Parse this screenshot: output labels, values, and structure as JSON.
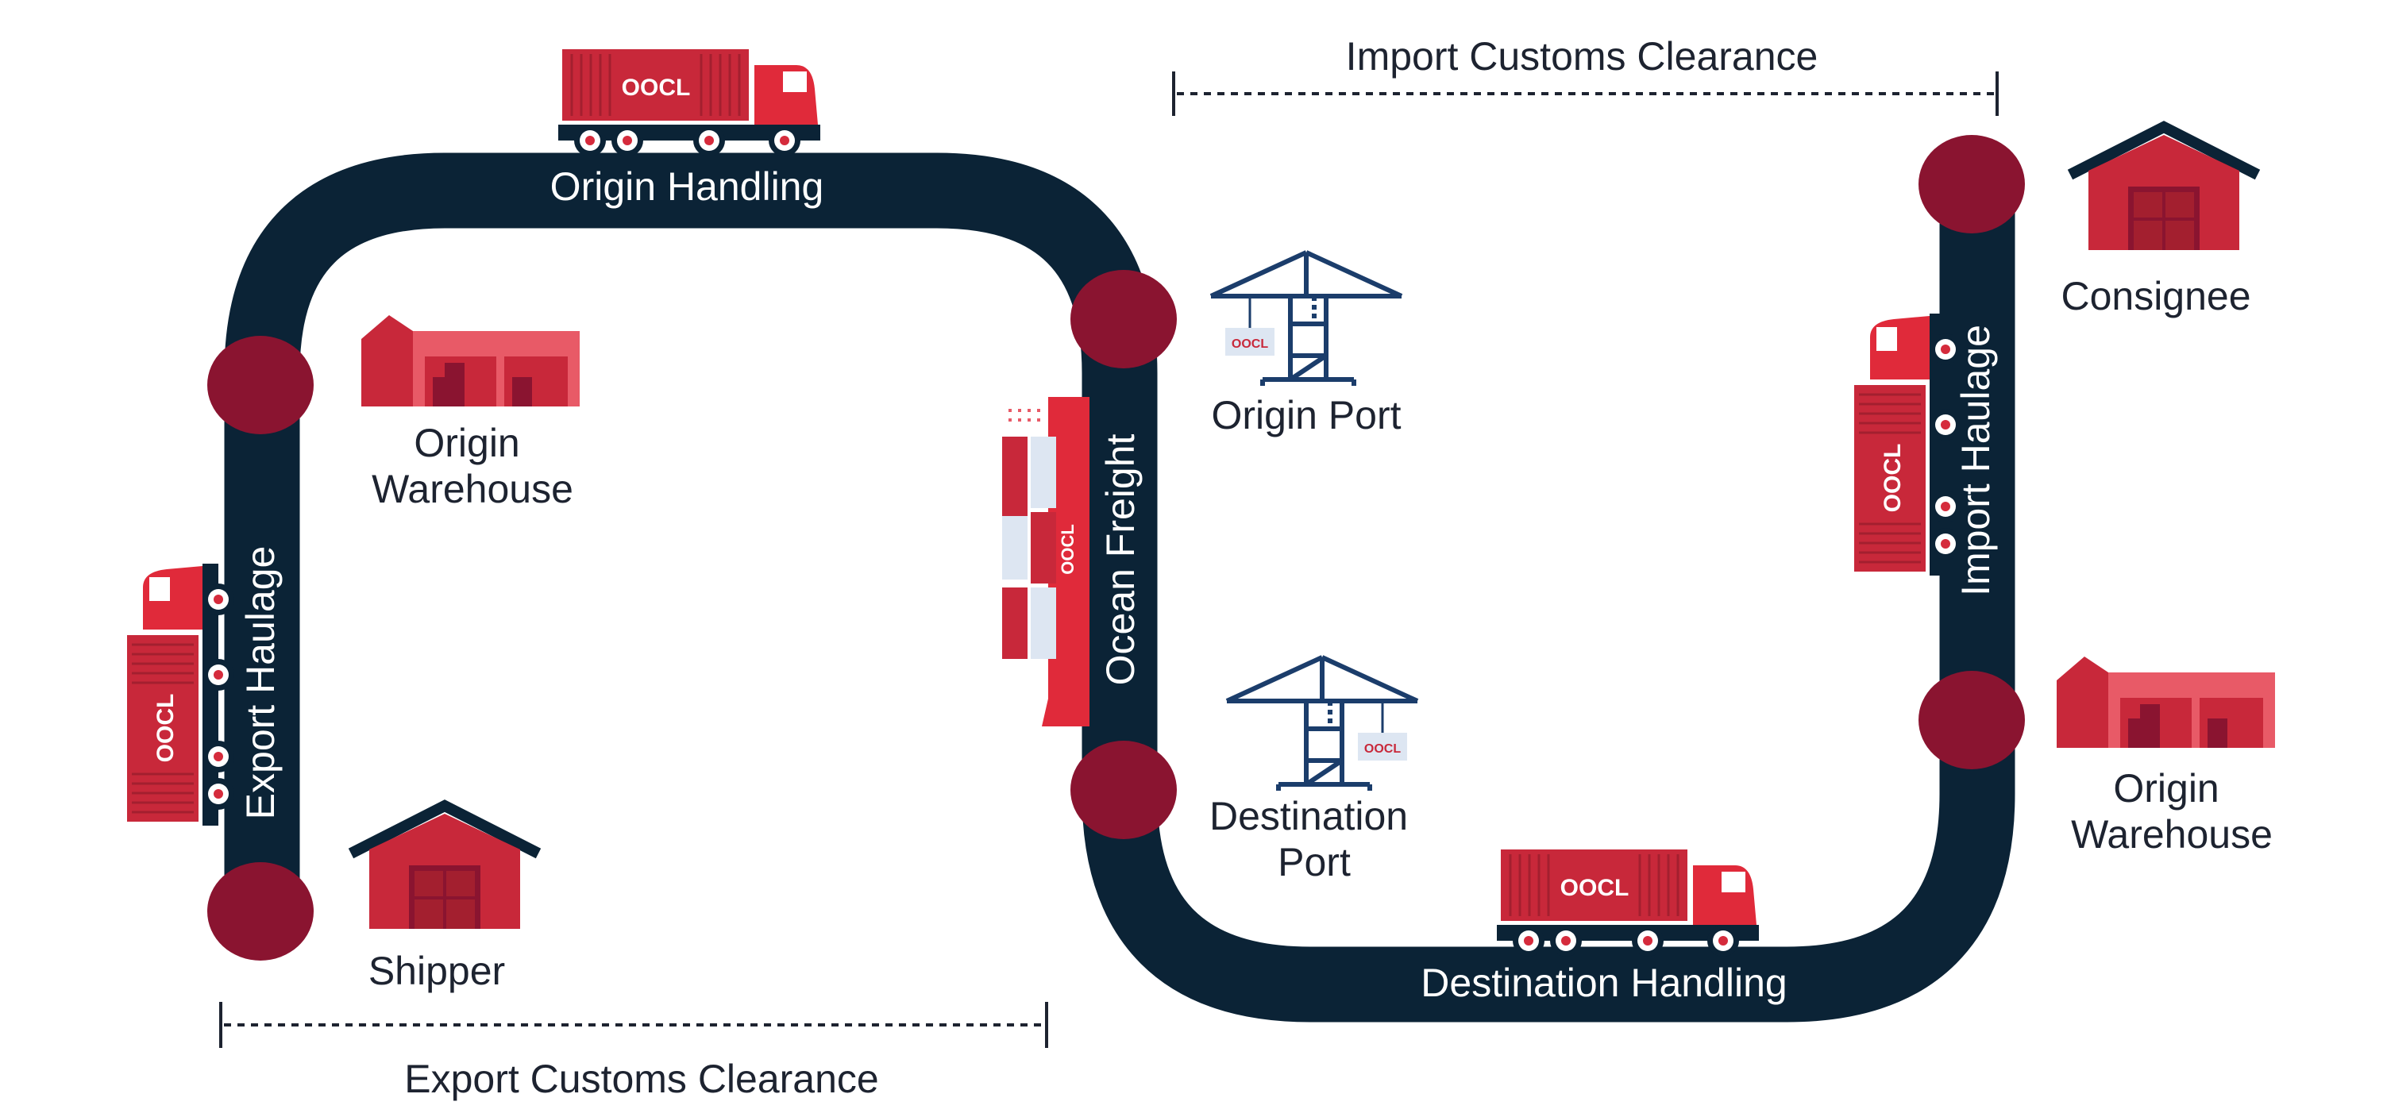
{
  "colors": {
    "road": "#0b2336",
    "node": "#8a1430",
    "red": "#d52b3c",
    "red_dark": "#a31f2f",
    "red_light": "#e85a67",
    "navy": "#1b3d6b",
    "text": "#1d2330"
  },
  "icons": [
    "truck-icon",
    "crane-icon",
    "ship-icon",
    "warehouse-icon",
    "house-icon"
  ],
  "road_labels": {
    "origin_handling": "Origin Handling",
    "export_haulage": "Export Haulage",
    "ocean_freight": "Ocean Freight",
    "destination_handling": "Destination Handling",
    "import_haulage": "Import Haulage"
  },
  "places": {
    "origin_warehouse_left": [
      "Origin",
      "Warehouse"
    ],
    "shipper": "Shipper",
    "origin_port": "Origin Port",
    "destination_port": [
      "Destination",
      "Port"
    ],
    "consignee": "Consignee",
    "origin_warehouse_right": [
      "Origin",
      "Warehouse"
    ]
  },
  "brackets": {
    "export_customs": "Export Customs Clearance",
    "import_customs": "Import Customs Clearance"
  },
  "logo_text": "OOCL"
}
